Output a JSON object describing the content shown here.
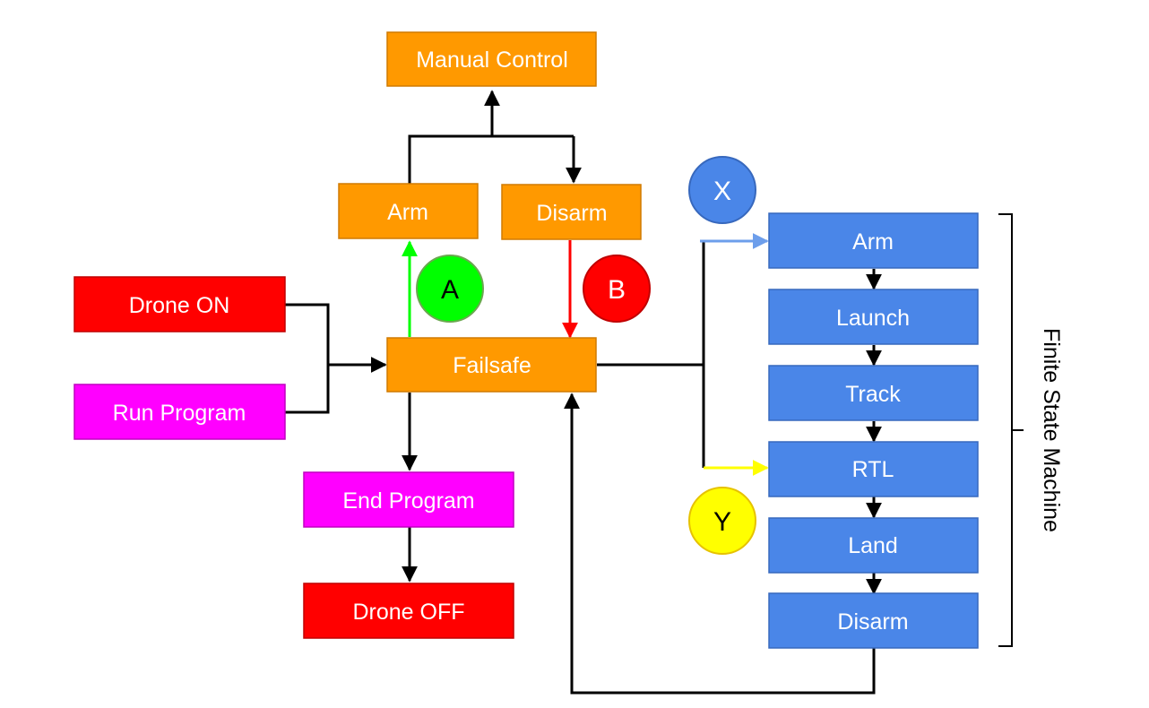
{
  "colors": {
    "orange": "#ff9900",
    "orange_border": "#d07a00",
    "red": "#ff0000",
    "red_border": "#c00000",
    "magenta": "#ff00ff",
    "magenta_border": "#c000c0",
    "blue": "#4a86e8",
    "blue_border": "#3768bd",
    "green": "#00ff00",
    "yellow": "#ffff00",
    "line": "#000000",
    "arrow_blue": "#6d9eeb",
    "arrow_red": "#ff0000",
    "arrow_green": "#00ff00",
    "arrow_yellow": "#ffff00"
  },
  "nodes": {
    "manual_control": "Manual Control",
    "arm": "Arm",
    "disarm": "Disarm",
    "drone_on": "Drone ON",
    "run_program": "Run Program",
    "failsafe": "Failsafe",
    "end_program": "End Program",
    "drone_off": "Drone OFF"
  },
  "fsm": {
    "label": "Finite State Machine",
    "states": [
      "Arm",
      "Launch",
      "Track",
      "RTL",
      "Land",
      "Disarm"
    ]
  },
  "markers": {
    "a": "A",
    "b": "B",
    "x": "X",
    "y": "Y"
  }
}
